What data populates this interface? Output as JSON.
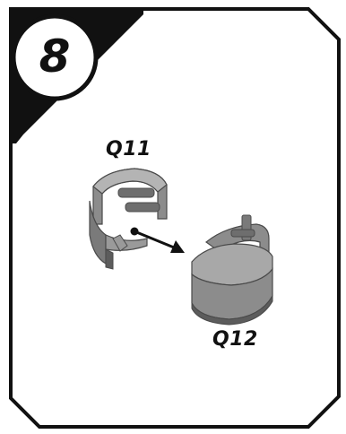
{
  "step": {
    "number": "8"
  },
  "parts": [
    {
      "id": "Q11",
      "label": "Q11"
    },
    {
      "id": "Q12",
      "label": "Q12"
    }
  ],
  "colors": {
    "frame": "#111111",
    "part_fill": "#8c8c8c",
    "part_shadow": "#5c5c5c",
    "part_highlight": "#b4b4b4",
    "background": "#ffffff"
  }
}
